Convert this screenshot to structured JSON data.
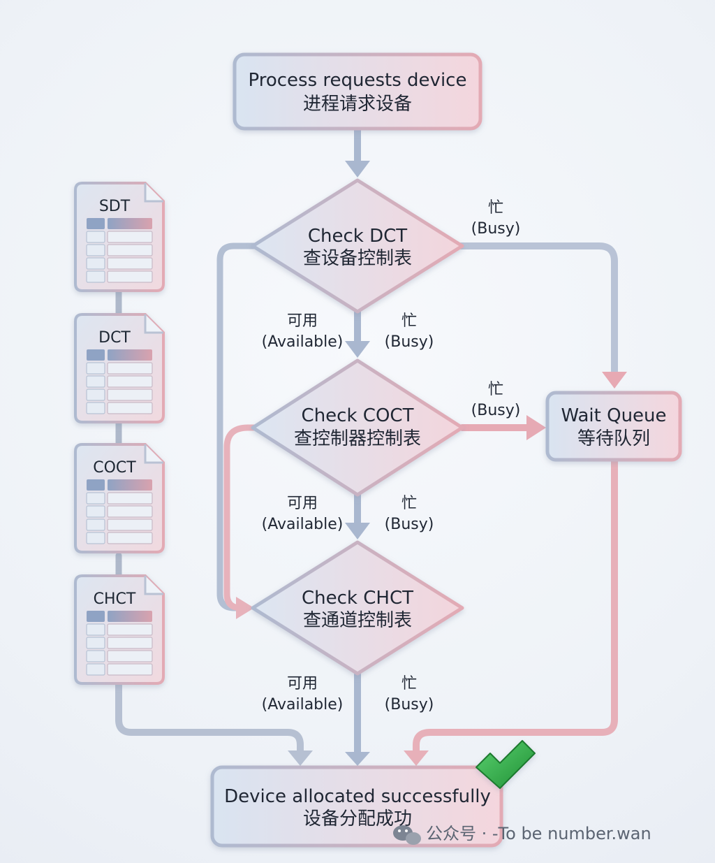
{
  "nodes": {
    "process_request": {
      "en": "Process requests device",
      "zh": "进程请求设备"
    },
    "check_dct": {
      "en": "Check DCT",
      "zh": "查设备控制表"
    },
    "check_coct": {
      "en": "Check COCT",
      "zh": "查控制器控制表"
    },
    "check_chct": {
      "en": "Check CHCT",
      "zh": "查通道控制表"
    },
    "wait_queue": {
      "en": "Wait Queue",
      "zh": "等待队列"
    },
    "success": {
      "en": "Device allocated successfully",
      "zh": "设备分配成功"
    }
  },
  "edge_labels": {
    "busy_zh": "忙",
    "busy_en": "(Busy)",
    "available_zh": "可用",
    "available_en": "(Available)"
  },
  "tables": [
    "SDT",
    "DCT",
    "COCT",
    "CHCT"
  ],
  "watermark": "公众号 · -To be number.wan",
  "colors": {
    "box_blue": "#dbe5f0",
    "box_pink": "#f5d6dc",
    "arrow_blue": "#a9b7cf",
    "arrow_pink": "#e5a9b3",
    "check_green": "#27a343"
  }
}
